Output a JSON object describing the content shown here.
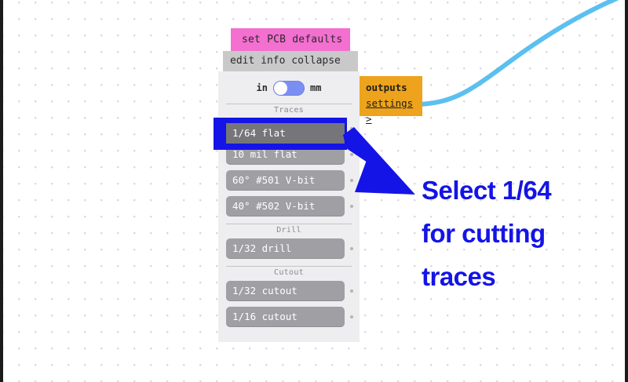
{
  "canvas": {
    "grid": "dot-grid",
    "background_color": "#ffffff",
    "dot_color": "#d9d9de",
    "border_color": "#1b1b1b"
  },
  "node": {
    "title": "set PCB defaults",
    "title_color": "#f36fd0",
    "subbar": "edit info collapse",
    "units": {
      "left_label": "in",
      "right_label": "mm",
      "selected": "in",
      "track_color": "#7b8ff2"
    },
    "sections": [
      {
        "label": "Traces",
        "tools": [
          {
            "label": "1/64 flat",
            "selected": true
          },
          {
            "label": "10 mil flat",
            "selected": false
          },
          {
            "label": "60° #501 V-bit",
            "selected": false
          },
          {
            "label": "40° #502 V-bit",
            "selected": false
          }
        ]
      },
      {
        "label": "Drill",
        "tools": [
          {
            "label": "1/32 drill",
            "selected": false
          }
        ]
      },
      {
        "label": "Cutout",
        "tools": [
          {
            "label": "1/32 cutout",
            "selected": false
          },
          {
            "label": "1/16 cutout",
            "selected": false
          }
        ]
      }
    ],
    "selected_tool": "1/64 flat"
  },
  "outputs_node": {
    "title": "outputs",
    "link": "settings >",
    "color": "#eda31b"
  },
  "annotation": {
    "lines": [
      "Select 1/64",
      "for cutting",
      "traces"
    ],
    "color": "#1414e6",
    "arrow": "down-right-arrow"
  },
  "wire": {
    "color": "#5bc0f0"
  }
}
